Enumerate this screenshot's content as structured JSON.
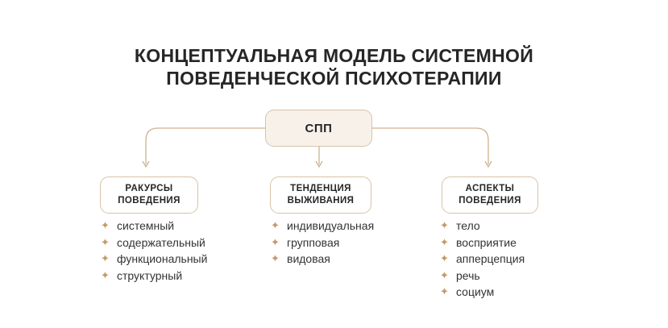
{
  "title_lines": [
    "КОНЦЕПТУАЛЬНАЯ МОДЕЛЬ СИСТЕМНОЙ",
    "ПОВЕДЕНЧЕСКОЙ ПСИХОТЕРАПИИ"
  ],
  "root_label": "СПП",
  "colors": {
    "accent": "#c59a67",
    "box_border": "#d9c3a8",
    "root_fill": "#f7f1ea",
    "connector": "#cfb291",
    "text": "#262626"
  },
  "bullet_icon": "sparkle-icon",
  "bullet_glyph": "✦",
  "categories": [
    {
      "label_lines": [
        "РАКУРСЫ",
        "ПОВЕДЕНИЯ"
      ],
      "items": [
        "системный",
        "содержательный",
        "функциональный",
        "структурный"
      ]
    },
    {
      "label_lines": [
        "ТЕНДЕНЦИЯ",
        "ВЫЖИВАНИЯ"
      ],
      "items": [
        "индивидуальная",
        "групповая",
        "видовая"
      ]
    },
    {
      "label_lines": [
        "АСПЕКТЫ",
        "ПОВЕДЕНИЯ"
      ],
      "items": [
        "тело",
        "восприятие",
        "апперцепция",
        "речь",
        "социум"
      ]
    }
  ]
}
